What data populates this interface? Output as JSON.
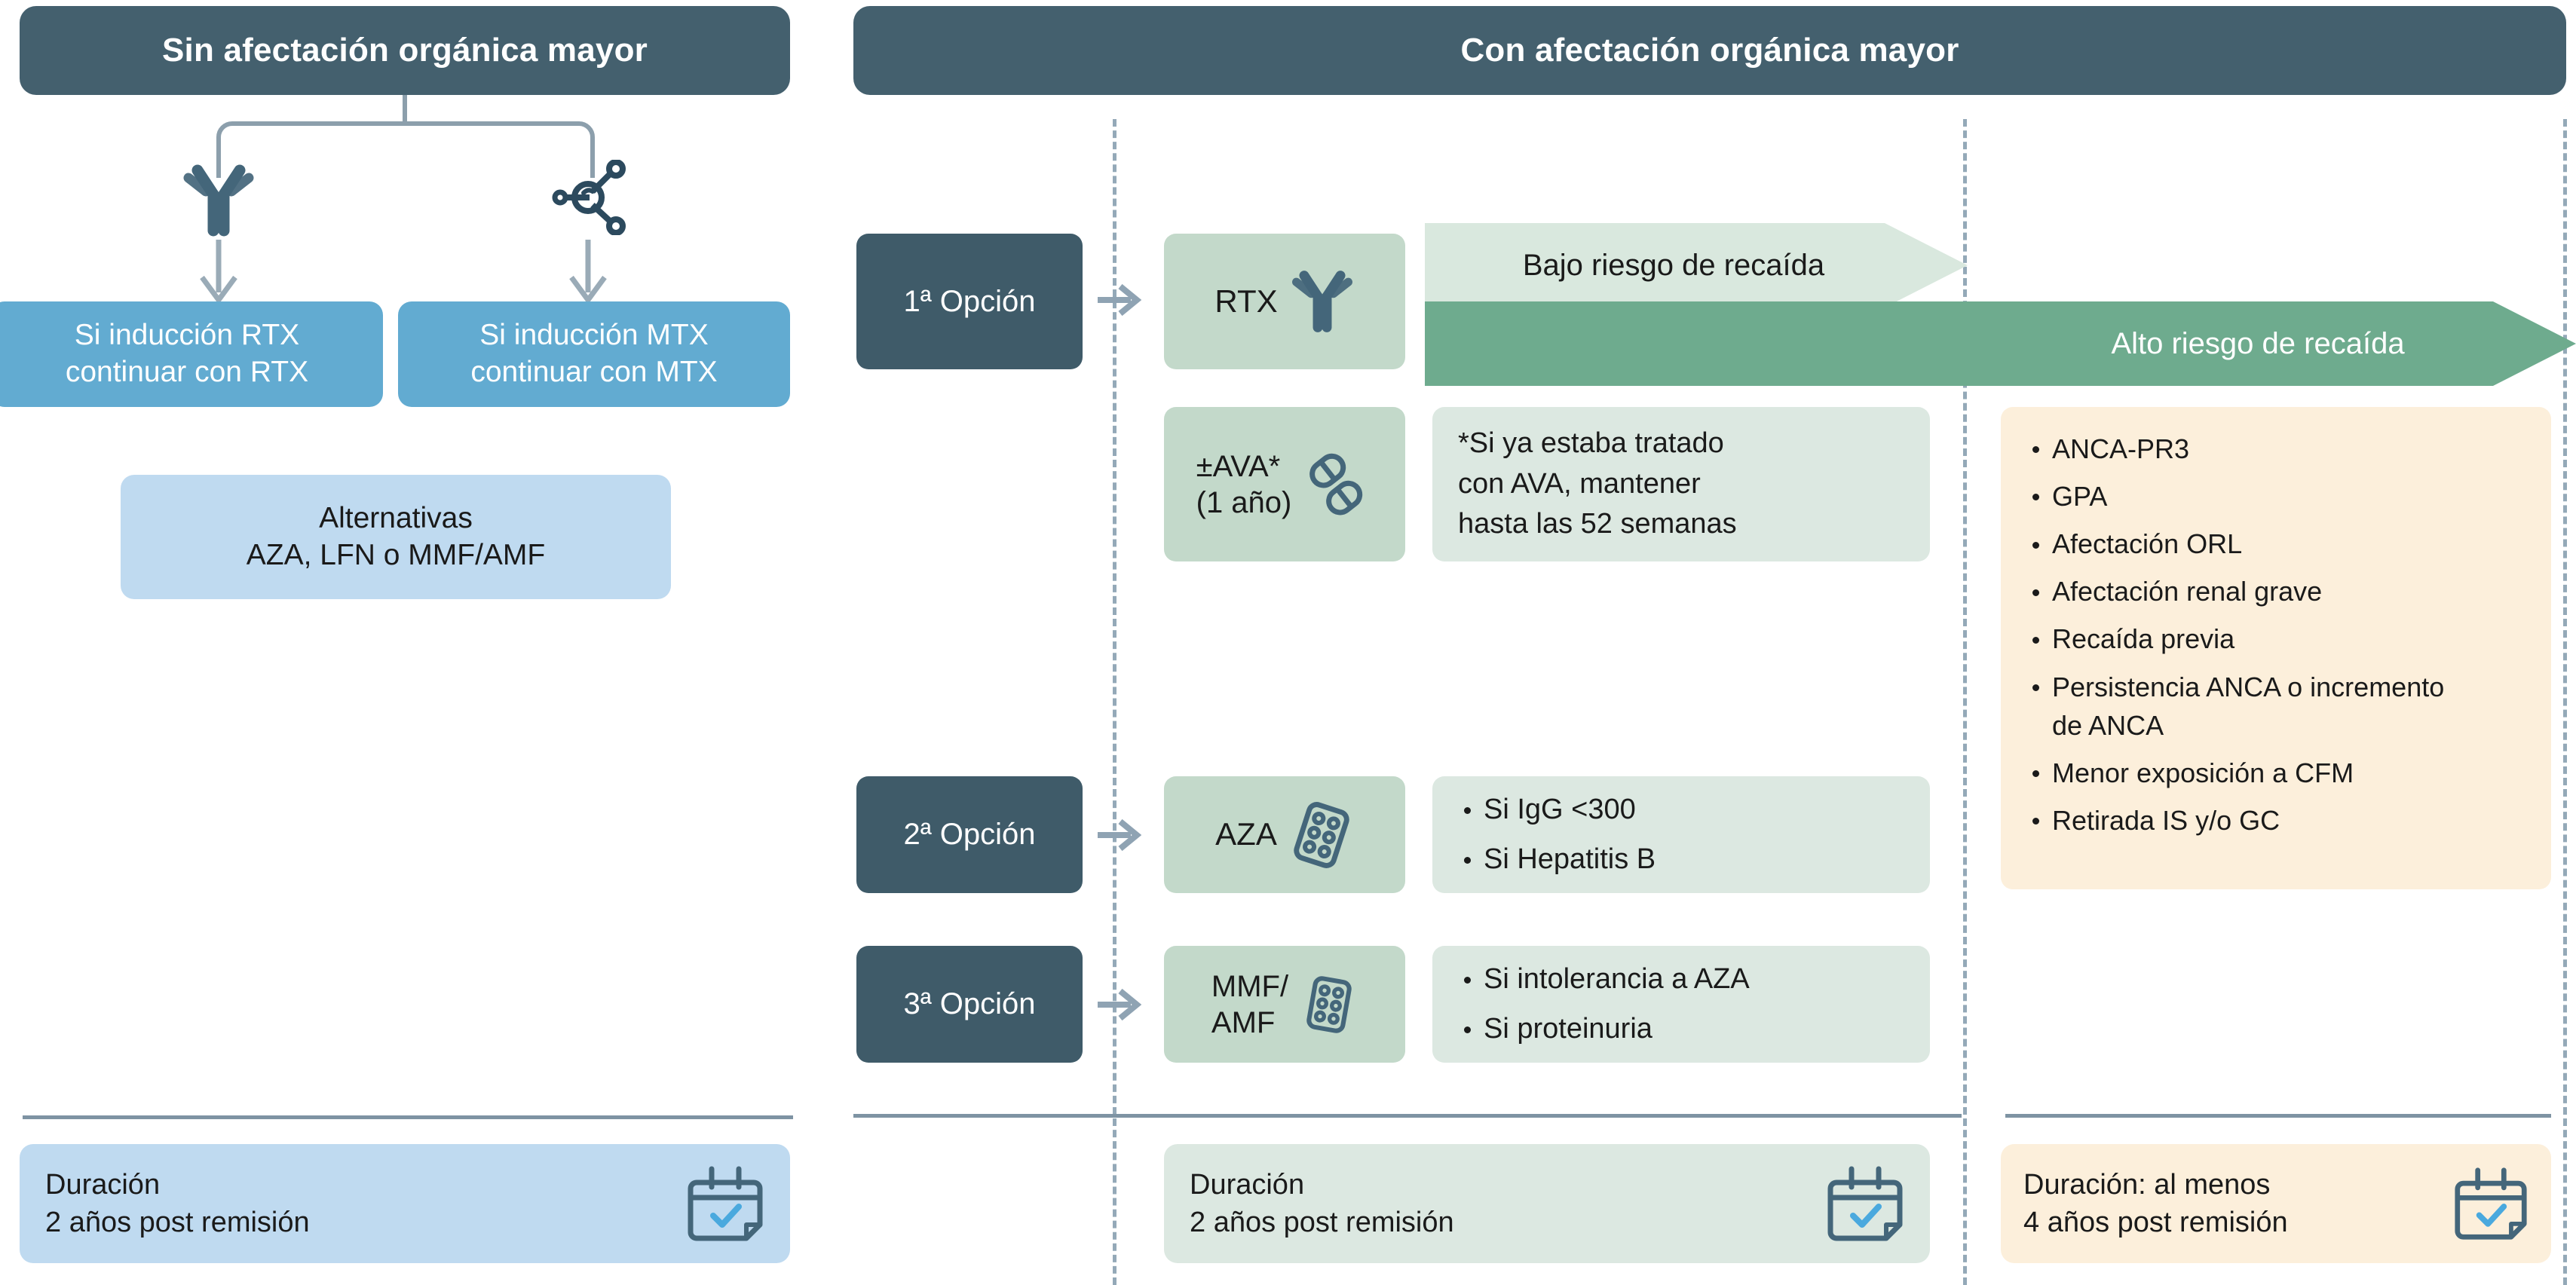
{
  "left_panel": {
    "header": "Sin afectación orgánica mayor",
    "branch_icons": [
      {
        "name": "antibody-icon"
      },
      {
        "name": "molecule-icon"
      }
    ],
    "options": [
      {
        "line1": "Si inducción RTX",
        "line2": "continuar con RTX"
      },
      {
        "line1": "Si inducción MTX",
        "line2": "continuar con MTX"
      }
    ],
    "alternatives": {
      "line1": "Alternativas",
      "line2": "AZA, LFN o MMF/AMF"
    },
    "duration": {
      "line1": "Duración",
      "line2": "2 años post remisión",
      "icon": "calendar-check-icon"
    }
  },
  "right_panel": {
    "header": "Con afectación orgánica mayor",
    "banners": [
      {
        "label": "Bajo riesgo de recaída",
        "color": "#d9e8de",
        "text_color": "#1a1a1a"
      },
      {
        "label": "Alto riesgo de recaída",
        "color": "#6eab8e",
        "text_color": "#ffffff"
      }
    ],
    "rows": [
      {
        "option_label": "1ª Opción",
        "drug": "RTX",
        "drug_icon": "antibody-icon",
        "arrow": "→"
      },
      {
        "option_label": "",
        "drug_line1": "±AVA*",
        "drug_line2": "(1 año)",
        "drug_icon": "capsules-icon",
        "note_line1": "*Si ya estaba tratado",
        "note_line2": "con AVA, mantener",
        "note_line3": "hasta las 52 semanas"
      },
      {
        "option_label": "2ª Opción",
        "drug": "AZA",
        "drug_icon": "blister-pack-icon",
        "arrow": "→",
        "bullets": [
          "Si IgG <300",
          "Si Hepatitis B"
        ]
      },
      {
        "option_label": "3ª Opción",
        "drug_line1": "MMF/",
        "drug_line2": "AMF",
        "drug_icon": "blister-pack-icon",
        "arrow": "→",
        "bullets": [
          "Si intolerancia a AZA",
          "Si proteinuria"
        ]
      }
    ],
    "risk_factors": [
      "ANCA-PR3",
      "GPA",
      "Afectación ORL",
      "Afectación renal grave",
      "Recaída previa",
      "Persistencia ANCA o incremento de ANCA",
      "Menor exposición a CFM",
      "Retirada IS y/o GC"
    ],
    "duration_low": {
      "line1": "Duración",
      "line2": "2 años post remisión",
      "icon": "calendar-check-icon"
    },
    "duration_high": {
      "line1": "Duración: al menos",
      "line2": "4 años post remisión",
      "icon": "calendar-check-icon"
    }
  },
  "colors": {
    "header_dark": "#44606e",
    "option_dark": "#3f5b69",
    "blue": "#62abd1",
    "light_blue": "#bfdaf0",
    "green_drug": "#c3d9ca",
    "green_detail": "#dce8e1",
    "green_banner": "#6eab8e",
    "beige": "#fcefdb",
    "line_gray": "#7e93a3",
    "dash_gray": "#94a9b8"
  }
}
